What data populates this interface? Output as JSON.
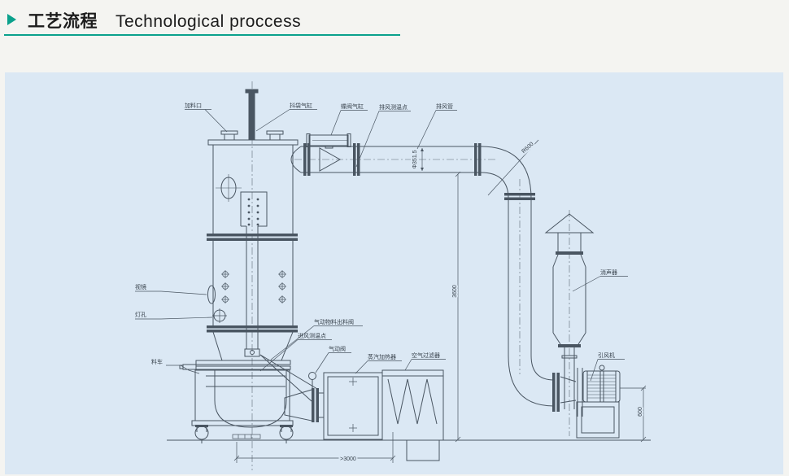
{
  "header": {
    "title_zh": "工艺流程",
    "title_en": "Technological proccess"
  },
  "colors": {
    "accent_teal": "#0aa18c",
    "panel_blue": "#dbe8f4",
    "line": "#4a5662"
  },
  "diagram": {
    "labels": {
      "top": [
        {
          "text": "加料口"
        },
        {
          "text": "抖袋气缸"
        },
        {
          "text": "蝶阀气缸"
        },
        {
          "text": "排风测温点"
        },
        {
          "text": "排风管"
        }
      ],
      "left": [
        {
          "text": "视镜"
        },
        {
          "text": "灯孔"
        },
        {
          "text": "料车"
        }
      ],
      "center": [
        {
          "text": "气动物料出料阀"
        },
        {
          "text": "进风测温点"
        },
        {
          "text": "气动阀"
        },
        {
          "text": "蒸汽加热器"
        },
        {
          "text": "空气过滤器"
        }
      ],
      "right": [
        {
          "text": "消声器"
        },
        {
          "text": "引风机"
        }
      ]
    },
    "dimensions": {
      "duct_diameter": "Φ351.5",
      "bend_radius": "R600",
      "tower_height": "3600",
      "floor_span": ">3000",
      "fan_height": "600"
    }
  }
}
